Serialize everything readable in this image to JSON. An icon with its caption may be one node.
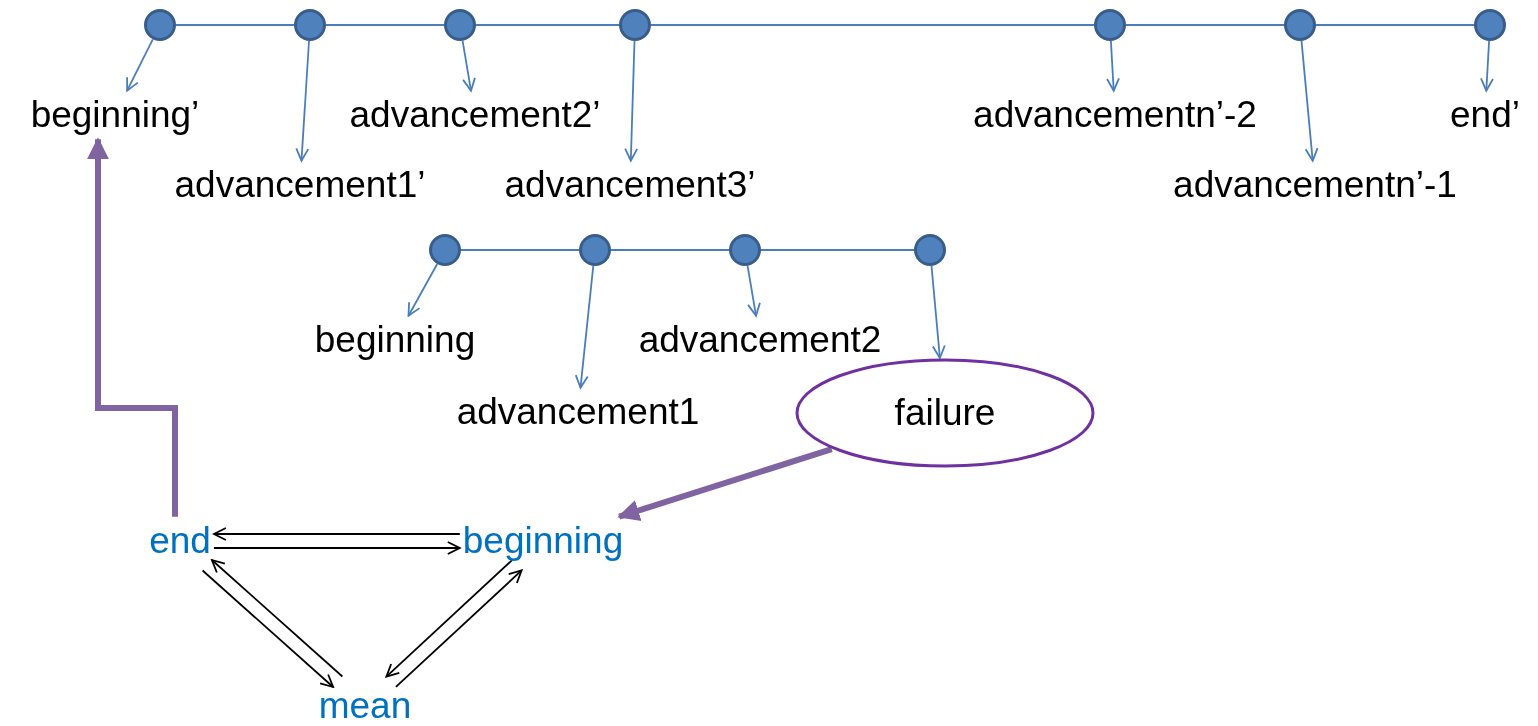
{
  "diagram": {
    "nodes": [
      {
        "text": [],
        "shape": "circle"
      },
      {
        "text": [],
        "shape": "circle"
      },
      {
        "text": [],
        "shape": "circle"
      },
      {
        "text": [],
        "shape": "circle"
      },
      {
        "text": [],
        "shape": "circle"
      },
      {
        "text": [],
        "shape": "circle"
      },
      {
        "text": [],
        "shape": "circle"
      },
      {
        "text": [
          "beginning’"
        ]
      },
      {
        "text": [
          "advancement1’"
        ]
      },
      {
        "text": [
          "advancement2’"
        ]
      },
      {
        "text": [
          "advancement3’"
        ]
      },
      {
        "text": [
          "advancementn’-2"
        ]
      },
      {
        "text": [
          "advancementn’-1"
        ]
      },
      {
        "text": [
          "end’"
        ]
      },
      {
        "text": [],
        "shape": "circle"
      },
      {
        "text": [],
        "shape": "circle"
      },
      {
        "text": [],
        "shape": "circle"
      },
      {
        "text": [],
        "shape": "circle"
      },
      {
        "text": [
          "beginning"
        ]
      },
      {
        "text": [
          "advancement1"
        ]
      },
      {
        "text": [
          "advancement2"
        ]
      },
      {
        "text": [
          "failure"
        ]
      },
      {
        "text": [
          "end"
        ]
      },
      {
        "text": [
          "beginning"
        ]
      },
      {
        "text": [
          "mean"
        ]
      }
    ],
    "edges": [
      {
        "from": 0,
        "to": 1,
        "arrow": "none"
      },
      {
        "from": 1,
        "to": 2,
        "arrow": "none"
      },
      {
        "from": 2,
        "to": 3,
        "arrow": "none"
      },
      {
        "from": 3,
        "to": 4,
        "arrow": "none"
      },
      {
        "from": 4,
        "to": 5,
        "arrow": "none"
      },
      {
        "from": 5,
        "to": 6,
        "arrow": "none"
      },
      {
        "from": 0,
        "to": 7,
        "arrow": "to"
      },
      {
        "from": 1,
        "to": 8,
        "arrow": "to"
      },
      {
        "from": 2,
        "to": 9,
        "arrow": "to"
      },
      {
        "from": 3,
        "to": 10,
        "arrow": "to"
      },
      {
        "from": 4,
        "to": 11,
        "arrow": "to"
      },
      {
        "from": 5,
        "to": 12,
        "arrow": "to"
      },
      {
        "from": 6,
        "to": 13,
        "arrow": "to"
      },
      {
        "from": 14,
        "to": 15,
        "arrow": "none"
      },
      {
        "from": 15,
        "to": 16,
        "arrow": "none"
      },
      {
        "from": 16,
        "to": 17,
        "arrow": "none"
      },
      {
        "from": 14,
        "to": 18,
        "arrow": "to"
      },
      {
        "from": 15,
        "to": 19,
        "arrow": "to"
      },
      {
        "from": 16,
        "to": 20,
        "arrow": "to"
      },
      {
        "from": 17,
        "to": 21,
        "arrow": "to"
      },
      {
        "from": 21,
        "to": 23,
        "arrow": "to",
        "style": "thick",
        "color": "#8064a2"
      },
      {
        "from": 22,
        "to": 7,
        "arrow": "to",
        "style": "thick",
        "color": "#8064a2"
      },
      {
        "from": 23,
        "to": 22,
        "arrow": "to",
        "color": "#000000"
      },
      {
        "from": 22,
        "to": 23,
        "arrow": "to",
        "color": "#000000"
      },
      {
        "from": 22,
        "to": 24,
        "arrow": "to",
        "color": "#000000"
      },
      {
        "from": 24,
        "to": 22,
        "arrow": "to",
        "color": "#000000"
      },
      {
        "from": 23,
        "to": 24,
        "arrow": "to",
        "color": "#000000"
      },
      {
        "from": 24,
        "to": 23,
        "arrow": "to",
        "color": "#000000"
      }
    ]
  }
}
